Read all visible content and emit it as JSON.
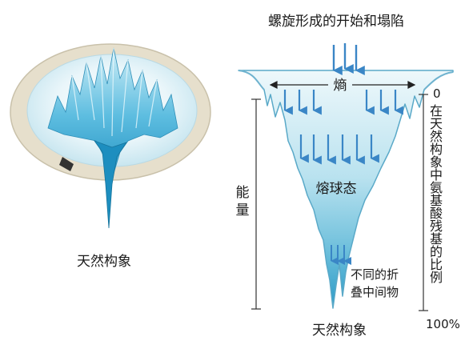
{
  "left_panel": {
    "caption": "天然构象"
  },
  "right_panel": {
    "title": "螺旋形成的开始和塌陷",
    "entropy_label": "熵",
    "molten_globule_label": "熔球态",
    "intermediates_label_line1": "不同的折",
    "intermediates_label_line2": "叠中间物",
    "bottom_caption": "天然构象",
    "energy_axis_label": "能量",
    "ratio_axis_label": "在天然构象中氨基酸残基的比例",
    "ratio_top_tick": "0",
    "ratio_bottom_tick": "100%"
  },
  "colors": {
    "funnel_light": "#d8eef6",
    "funnel_mid": "#7ec8df",
    "funnel_dark": "#2a9cc8",
    "arrow_blue": "#3a86c6",
    "axis_line": "#333333",
    "disc_rim": "#e9e3d3"
  }
}
